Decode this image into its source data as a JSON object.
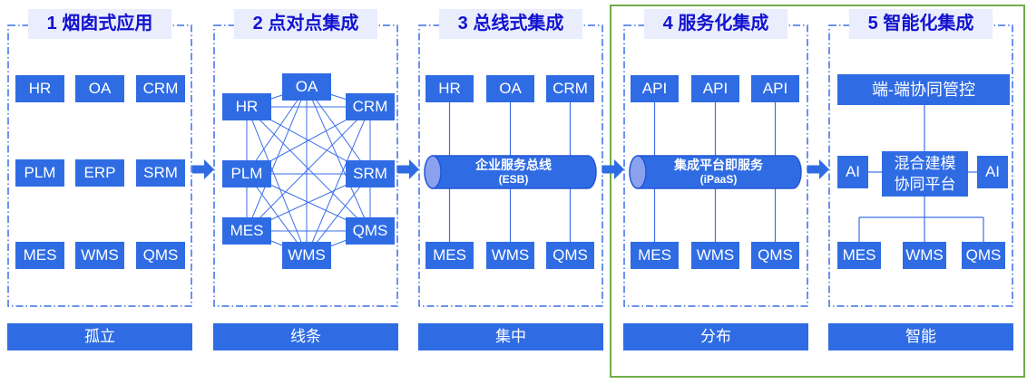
{
  "stages": [
    {
      "title": "1 烟囱式应用",
      "tagline": "孤立",
      "grid_apps": [
        "HR",
        "OA",
        "CRM",
        "PLM",
        "ERP",
        "SRM",
        "MES",
        "WMS",
        "QMS"
      ]
    },
    {
      "title": "2 点对点集成",
      "tagline": "线条",
      "nodes": {
        "top": "OA",
        "top_left": "HR",
        "top_right": "CRM",
        "mid_left": "PLM",
        "mid_right": "SRM",
        "low_left": "MES",
        "low_right": "QMS",
        "bottom": "WMS"
      }
    },
    {
      "title": "3 总线式集成",
      "tagline": "集中",
      "top_apps": [
        "HR",
        "OA",
        "CRM"
      ],
      "bus_name": "企业服务总线",
      "bus_abbr": "(ESB)",
      "bottom_apps": [
        "MES",
        "WMS",
        "QMS"
      ]
    },
    {
      "title": "4 服务化集成",
      "tagline": "分布",
      "top_apps": [
        "API",
        "API",
        "API"
      ],
      "bus_name": "集成平台即服务",
      "bus_abbr": "(iPaaS)",
      "bottom_apps": [
        "MES",
        "WMS",
        "QMS"
      ]
    },
    {
      "title": "5 智能化集成",
      "tagline": "智能",
      "top_box": "端-端协同管控",
      "platform_line1": "混合建模",
      "platform_line2": "协同平台",
      "ai_left": "AI",
      "ai_right": "AI",
      "bottom_apps": [
        "MES",
        "WMS",
        "QMS"
      ]
    }
  ],
  "colors": {
    "box_blue": "#2f6ce4",
    "line_blue": "#3b6fe8",
    "title_text_blue": "#1212cf",
    "title_bg": "#e9edfc",
    "highlight_green": "#70ad47",
    "cylinder_cap": "#8aa2ee",
    "cylinder_stroke": "#2456d6",
    "text_white": "#ffffff"
  },
  "icons": {
    "flow_arrow": "right-block-arrow"
  }
}
